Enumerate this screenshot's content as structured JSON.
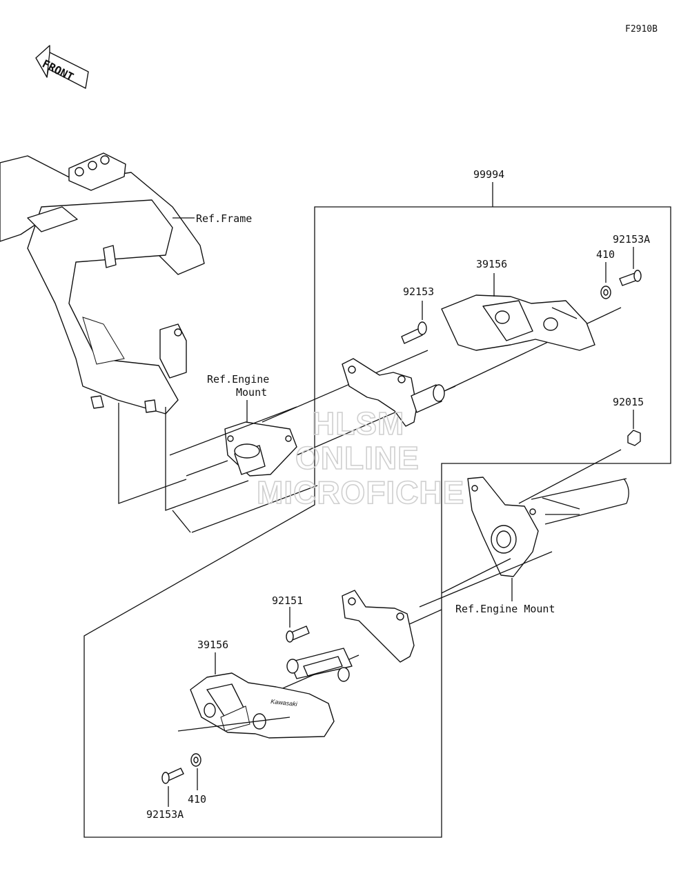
{
  "figure_code": "F2910B",
  "front_label": "FRONT",
  "watermark": [
    "HLSM",
    "ONLINE",
    "MICROFICHE"
  ],
  "refs": {
    "frame": "Ref.Frame",
    "engine_mount_top_line1": "Ref.Engine",
    "engine_mount_top_line2": "Mount",
    "engine_mount_bottom": "Ref.Engine Mount"
  },
  "parts": {
    "kit": "99994",
    "slider_top": "39156",
    "bolt_top": "92153",
    "washer_top": "410",
    "screw_top": "92153A",
    "nut": "92015",
    "bolt_bottom": "92151",
    "slider_bottom": "39156",
    "screw_bottom": "92153A",
    "washer_bottom": "410"
  },
  "brand_mark": "Kawasaki"
}
